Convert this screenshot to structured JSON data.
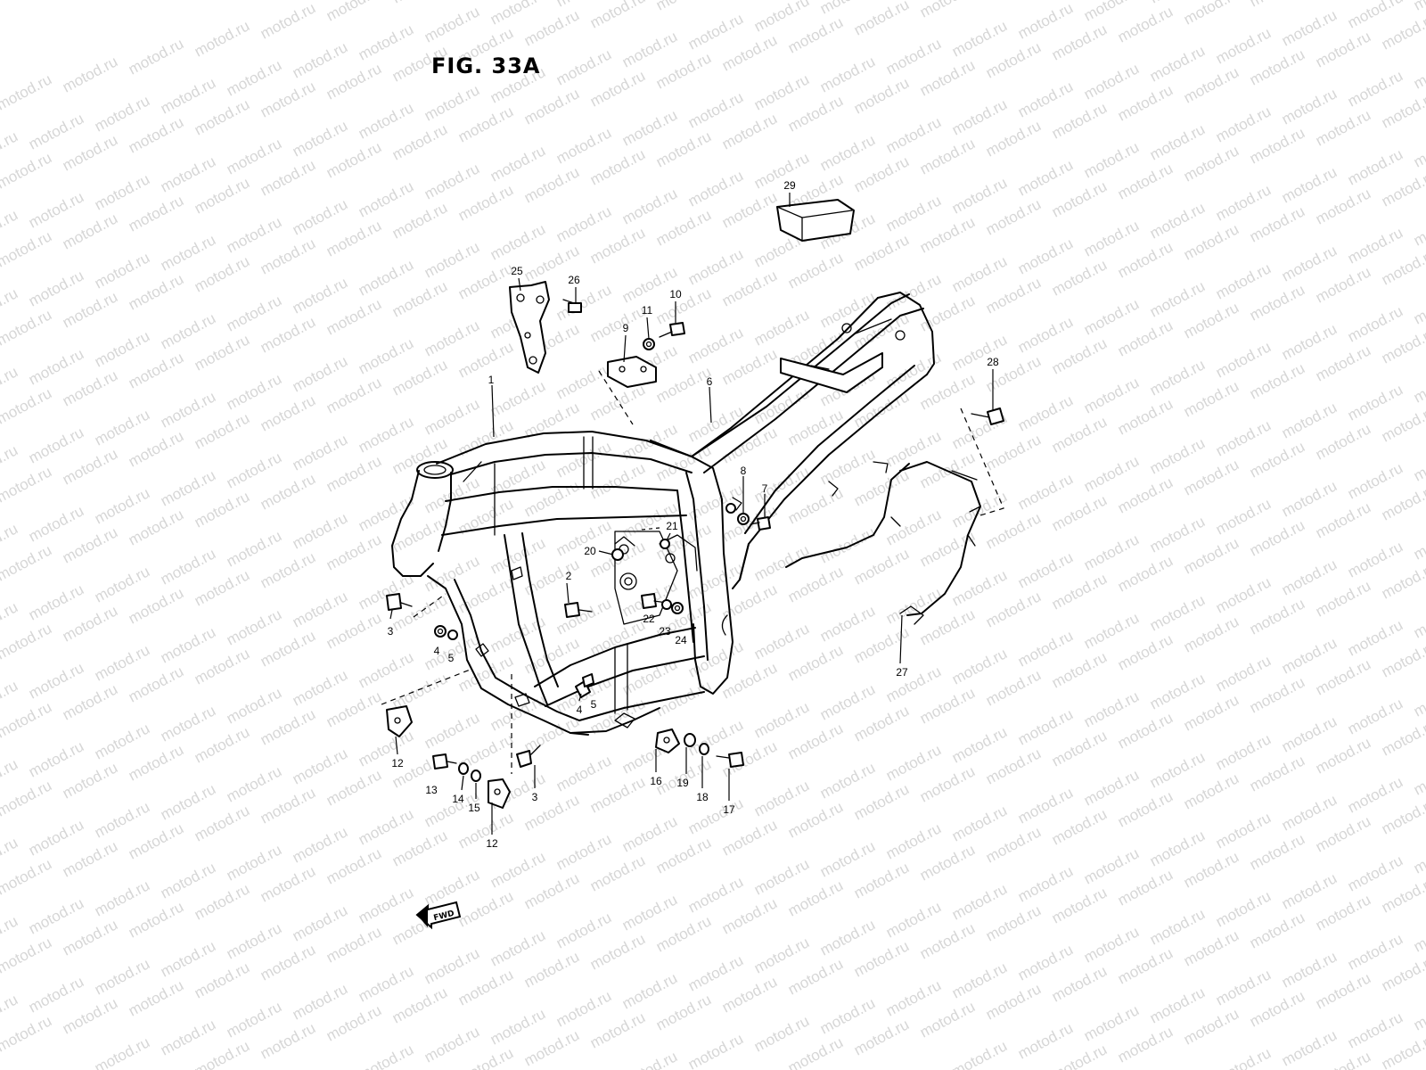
{
  "figure": {
    "title": "FIG. 33A"
  },
  "watermark": {
    "text": "motod.ru",
    "color": "#d6d6d6"
  },
  "direction_marker": {
    "label": "FWD",
    "icon": "forward-arrow-icon"
  },
  "callouts": [
    {
      "id": "1",
      "label": "1"
    },
    {
      "id": "2",
      "label": "2"
    },
    {
      "id": "3a",
      "label": "3"
    },
    {
      "id": "3b",
      "label": "3"
    },
    {
      "id": "4a",
      "label": "4"
    },
    {
      "id": "4b",
      "label": "4"
    },
    {
      "id": "5a",
      "label": "5"
    },
    {
      "id": "5b",
      "label": "5"
    },
    {
      "id": "6",
      "label": "6"
    },
    {
      "id": "7",
      "label": "7"
    },
    {
      "id": "8",
      "label": "8"
    },
    {
      "id": "9",
      "label": "9"
    },
    {
      "id": "10",
      "label": "10"
    },
    {
      "id": "11",
      "label": "11"
    },
    {
      "id": "12a",
      "label": "12"
    },
    {
      "id": "12b",
      "label": "12"
    },
    {
      "id": "13",
      "label": "13"
    },
    {
      "id": "14",
      "label": "14"
    },
    {
      "id": "15",
      "label": "15"
    },
    {
      "id": "16",
      "label": "16"
    },
    {
      "id": "17",
      "label": "17"
    },
    {
      "id": "18",
      "label": "18"
    },
    {
      "id": "19",
      "label": "19"
    },
    {
      "id": "20",
      "label": "20"
    },
    {
      "id": "21",
      "label": "21"
    },
    {
      "id": "22",
      "label": "22"
    },
    {
      "id": "23",
      "label": "23"
    },
    {
      "id": "24",
      "label": "24"
    },
    {
      "id": "25",
      "label": "25"
    },
    {
      "id": "26",
      "label": "26"
    },
    {
      "id": "27",
      "label": "27"
    },
    {
      "id": "28",
      "label": "28"
    },
    {
      "id": "29",
      "label": "29"
    }
  ]
}
